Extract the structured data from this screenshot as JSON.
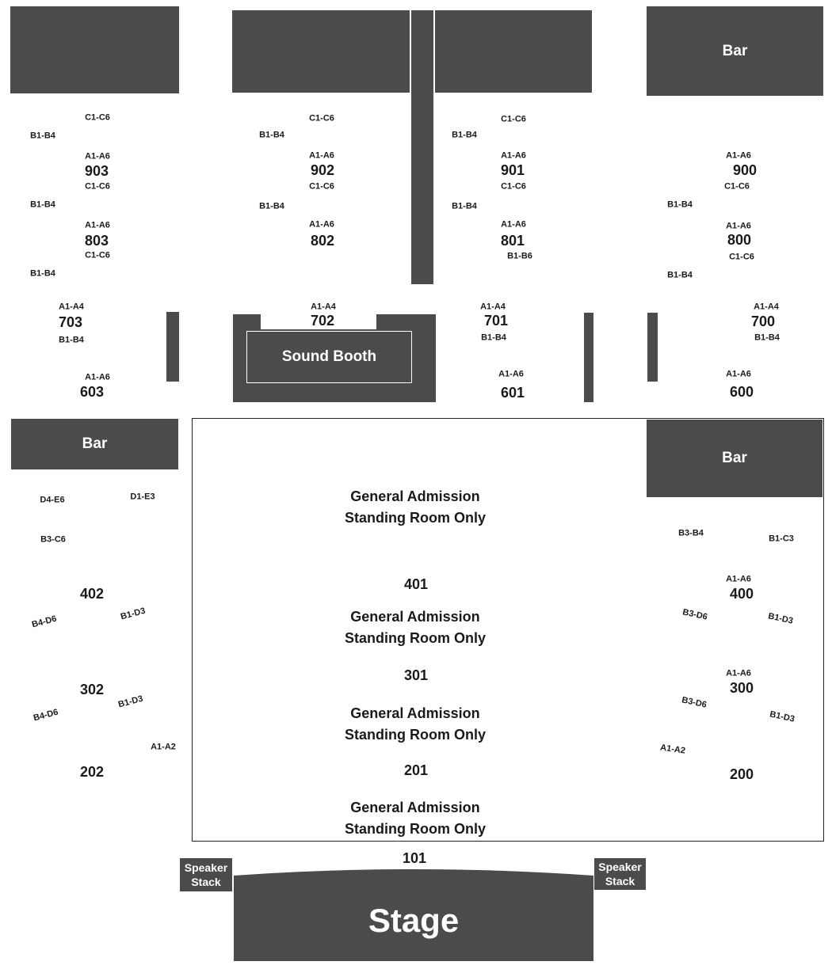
{
  "colors": {
    "block": "#4b4b4b",
    "text": "#1a1a1a",
    "background": "#ffffff",
    "inverse": "#ffffff"
  },
  "labels": {
    "bar": "Bar",
    "sound_booth": "Sound Booth",
    "stage": "Stage",
    "speaker_stack_line1": "Speaker",
    "speaker_stack_line2": "Stack",
    "ga_line1": "General Admission",
    "ga_line2": "Standing Room Only"
  },
  "sections": {
    "s903": "903",
    "s902": "902",
    "s901": "901",
    "s900": "900",
    "s803": "803",
    "s802": "802",
    "s801": "801",
    "s800": "800",
    "s703": "703",
    "s702": "702",
    "s701": "701",
    "s700": "700",
    "s603": "603",
    "s601": "601",
    "s600": "600",
    "s402": "402",
    "s401": "401",
    "s400": "400",
    "s302": "302",
    "s301": "301",
    "s300": "300",
    "s202": "202",
    "s201": "201",
    "s200": "200",
    "s101": "101"
  },
  "rows": {
    "r903_c": "C1-C6",
    "r903_b": "B1-B4",
    "r903_a": "A1-A6",
    "r803_c": "C1-C6",
    "r803_b": "B1-B4",
    "r803_a": "A1-A6",
    "r703_c": "C1-C6",
    "r703_b1": "B1-B4",
    "r703_a": "A1-A4",
    "r703_b2": "B1-B4",
    "r603_a": "A1-A6",
    "r902_c": "C1-C6",
    "r902_b": "B1-B4",
    "r902_a": "A1-A6",
    "r802_c": "C1-C6",
    "r802_b": "B1-B4",
    "r802_a": "A1-A6",
    "r702_a": "A1-A4",
    "r901_c": "C1-C6",
    "r901_b": "B1-B4",
    "r901_a": "A1-A6",
    "r801_c": "C1-C6",
    "r801_b": "B1-B4",
    "r801_a": "A1-A6",
    "r801_b6": "B1-B6",
    "r701_a": "A1-A4",
    "r701_b": "B1-B4",
    "r601_a": "A1-A6",
    "r900_a": "A1-A6",
    "r900_c": "C1-C6",
    "r900_b": "B1-B4",
    "r800_a": "A1-A6",
    "r800_c": "C1-C6",
    "r800_b": "B1-B4",
    "r700_a": "A1-A4",
    "r700_b": "B1-B4",
    "r600_a": "A1-A6",
    "l_d4e6": "D4-E6",
    "l_d1e3": "D1-E3",
    "l_b3c6": "B3-C6",
    "l_b4d6_1": "B4-D6",
    "l_b1d3_1": "B1-D3",
    "l_b4d6_2": "B4-D6",
    "l_b1d3_2": "B1-D3",
    "l_a1a2": "A1-A2",
    "r_b3b4": "B3-B4",
    "r_b1c3": "B1-C3",
    "r_a1a6_400": "A1-A6",
    "r_b3d6_1": "B3-D6",
    "r_b1d3_1": "B1-D3",
    "r_a1a6_300": "A1-A6",
    "r_b3d6_2": "B3-D6",
    "r_b1d3_2": "B1-D3",
    "r_a1a2": "A1-A2"
  }
}
